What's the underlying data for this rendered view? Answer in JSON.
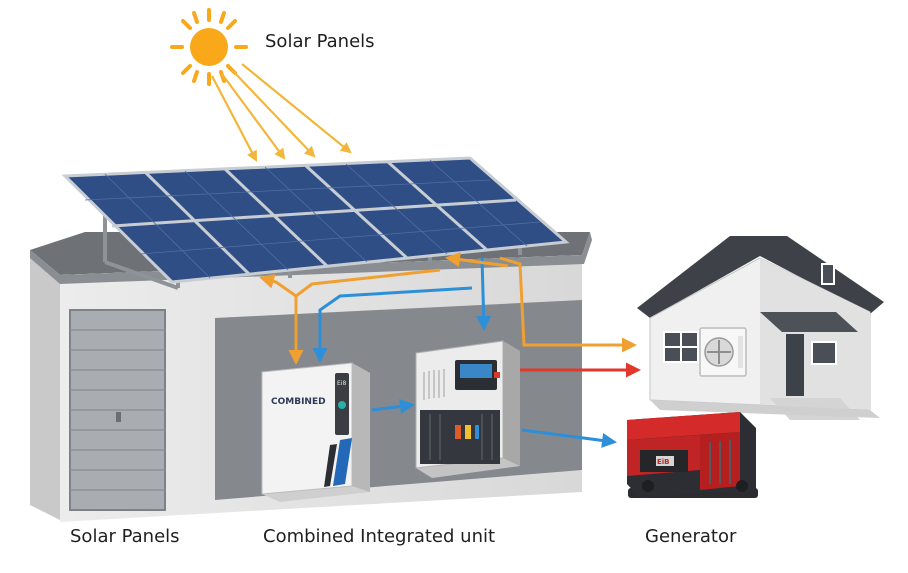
{
  "labels": {
    "top": "Solar Panels",
    "bottom_left": "Solar Panels",
    "bottom_center": "Combined Integrated unit",
    "bottom_right": "Generator"
  },
  "device_text": {
    "inverter_brand": "COMBINED",
    "inverter_screen": "Ei8",
    "generator_badge": "EiB"
  },
  "colors": {
    "solar_flow": "#f0a030",
    "grid_flow": "#2c8fd8",
    "load_flow": "#e2382c",
    "sun": "#f9a81a",
    "panel": "#2f4e86",
    "generator": "#d42a2a"
  },
  "icons": [
    "sun-icon",
    "solar-array",
    "garage-door",
    "inverter-unit",
    "battery-cabinet",
    "house",
    "air-conditioner-unit",
    "portable-generator"
  ]
}
